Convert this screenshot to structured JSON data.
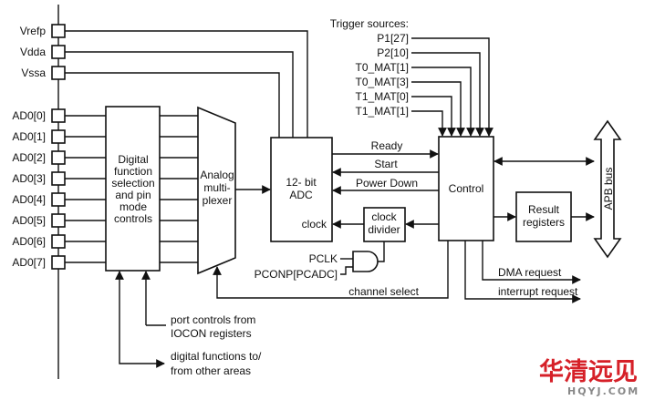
{
  "diagram": {
    "supply_pins": [
      "Vrefp",
      "Vdda",
      "Vssa"
    ],
    "adc_pins": [
      "AD0[0]",
      "AD0[1]",
      "AD0[2]",
      "AD0[3]",
      "AD0[4]",
      "AD0[5]",
      "AD0[6]",
      "AD0[7]"
    ],
    "digital_block": [
      "Digital",
      "function",
      "selection",
      "and pin",
      "mode",
      "controls"
    ],
    "mux_block": [
      "Analog",
      "multi-",
      "plexer"
    ],
    "adc_block": [
      "12- bit",
      "ADC"
    ],
    "adc_clock_label": "clock",
    "clock_divider": [
      "clock",
      "divider"
    ],
    "control_block": "Control",
    "result_block": [
      "Result",
      "registers"
    ],
    "apb_bus": "APB bus",
    "trigger_title": "Trigger sources:",
    "triggers": [
      "P1[27]",
      "P2[10]",
      "T0_MAT[1]",
      "T0_MAT[3]",
      "T1_MAT[0]",
      "T1_MAT[1]"
    ],
    "signals": {
      "ready": "Ready",
      "start": "Start",
      "power_down": "Power Down",
      "pclk": "PCLK",
      "pconp": "PCONP[PCADC]",
      "channel_select": "channel select",
      "dma_request": "DMA request",
      "interrupt_request": "interrupt request"
    },
    "notes": {
      "port_controls": [
        "port controls from",
        "IOCON registers"
      ],
      "digital_functions": [
        "digital functions to/",
        "from other areas"
      ]
    }
  },
  "watermark": {
    "chinese": "华清远见",
    "url": "HQYJ.COM",
    "color": "#d62028"
  }
}
